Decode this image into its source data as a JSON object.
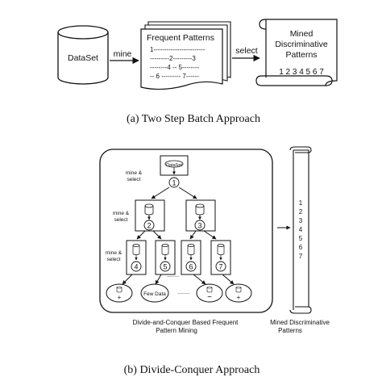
{
  "part_a": {
    "dataset_label": "DataSet",
    "mine_label": "mine",
    "patterns_title": "Frequent Patterns",
    "pattern_lines": [
      "1------------------------",
      "---------2---------3",
      "--------4 -- 5--------",
      "-- 6 --------- 7------"
    ],
    "select_label": "select",
    "mined_lines": [
      "Mined",
      "Discriminative",
      "Patterns"
    ],
    "mined_numbers": "1 2 3 4 5 6 7",
    "caption": "(a) Two Step Batch Approach"
  },
  "part_b": {
    "root_label": "DataSet",
    "mine_select_label_1": [
      "mine &",
      "select"
    ],
    "mine_select_label_2": [
      "mine &",
      "select"
    ],
    "mine_select_label_3": [
      "mine &",
      "select"
    ],
    "node_numbers": [
      "1",
      "2",
      "3",
      "4",
      "5",
      "6",
      "7"
    ],
    "leaf_labels": [
      "+",
      "Few Data",
      "−",
      "+"
    ],
    "dots": "........",
    "ellipsis": "........",
    "box_caption": [
      "Divide-and-Conquer Based Frequent",
      "Pattern Mining"
    ],
    "scroll_numbers": [
      "1",
      "2",
      "3",
      "4",
      "5",
      "6",
      "7"
    ],
    "scroll_caption": [
      "Mined Discriminative",
      "Patterns"
    ],
    "caption": "(b) Divide-Conquer Approach"
  },
  "icons": {
    "database": "database-cylinder-icon",
    "document_stack": "document-stack-icon",
    "scroll": "scroll-icon",
    "arrow": "arrow-right-icon"
  }
}
